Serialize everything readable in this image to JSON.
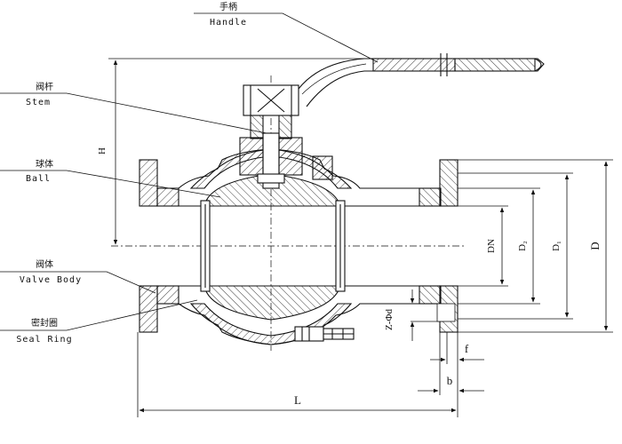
{
  "labels": {
    "handle": {
      "cn": "手柄",
      "en": "Handle"
    },
    "stem": {
      "cn": "阀杆",
      "en": "Stem"
    },
    "ball": {
      "cn": "球体",
      "en": "Ball"
    },
    "valve_body": {
      "cn": "阀体",
      "en": "Valve Body"
    },
    "seal_ring": {
      "cn": "密封圈",
      "en": "Seal Ring"
    }
  },
  "dimensions": {
    "H": "H",
    "DN": "DN",
    "D2": "D₂",
    "D1": "D₁",
    "D": "D",
    "Z_phi_d": "Z-Φd",
    "f": "f",
    "b": "b",
    "L": "L"
  },
  "colors": {
    "line": "#111111",
    "background": "#ffffff"
  }
}
